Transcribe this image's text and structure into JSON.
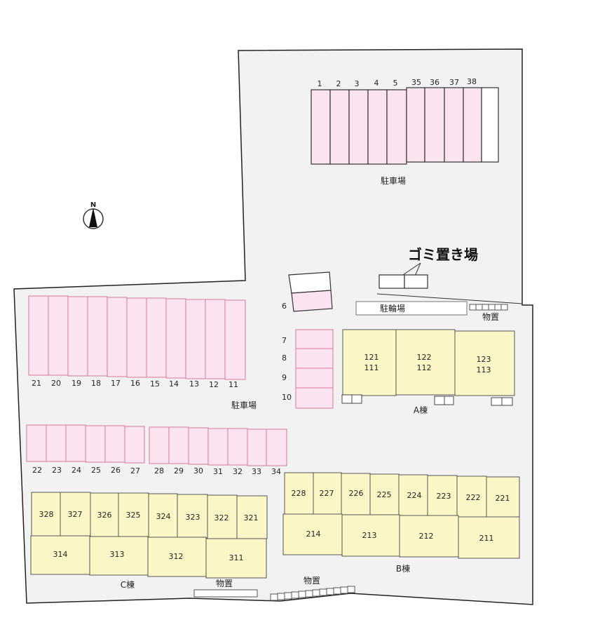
{
  "map": {
    "background": "#f2f2f2",
    "colors": {
      "parking": "#fce3f0",
      "unit": "#fbf6c6",
      "outline": "#333333"
    },
    "compass": {
      "label": "N"
    },
    "garbage_area": {
      "label": "ゴミ置き場"
    },
    "bicycle_parking": {
      "label": "駐輪場"
    },
    "storage_labels": {
      "a": "物置",
      "b": "物置",
      "c": "物置"
    },
    "parking_lots": {
      "north": {
        "label": "駐車場",
        "spaces": [
          "1",
          "2",
          "3",
          "4",
          "5",
          "35",
          "36",
          "37",
          "38"
        ]
      },
      "west_top": {
        "label": "駐車場",
        "spaces": [
          "21",
          "20",
          "19",
          "18",
          "17",
          "16",
          "15",
          "14",
          "13",
          "12",
          "11"
        ]
      },
      "west_bottom_left": {
        "spaces": [
          "22",
          "23",
          "24",
          "25",
          "26",
          "27"
        ]
      },
      "west_bottom_right": {
        "spaces": [
          "28",
          "29",
          "30",
          "31",
          "32",
          "33",
          "34"
        ]
      },
      "middle": {
        "spaces": [
          "6",
          "7",
          "8",
          "9",
          "10"
        ]
      }
    },
    "buildings": {
      "a": {
        "label": "A棟",
        "units": [
          {
            "upper": "121",
            "lower": "111"
          },
          {
            "upper": "122",
            "lower": "112"
          },
          {
            "upper": "123",
            "lower": "113"
          }
        ]
      },
      "b": {
        "label": "B棟",
        "upper": [
          "228",
          "227",
          "226",
          "225",
          "224",
          "223",
          "222",
          "221"
        ],
        "lower": [
          "214",
          "213",
          "212",
          "211"
        ]
      },
      "c": {
        "label": "C棟",
        "upper": [
          "328",
          "327",
          "326",
          "325",
          "324",
          "323",
          "322",
          "321"
        ],
        "lower": [
          "314",
          "313",
          "312",
          "311"
        ]
      }
    }
  }
}
